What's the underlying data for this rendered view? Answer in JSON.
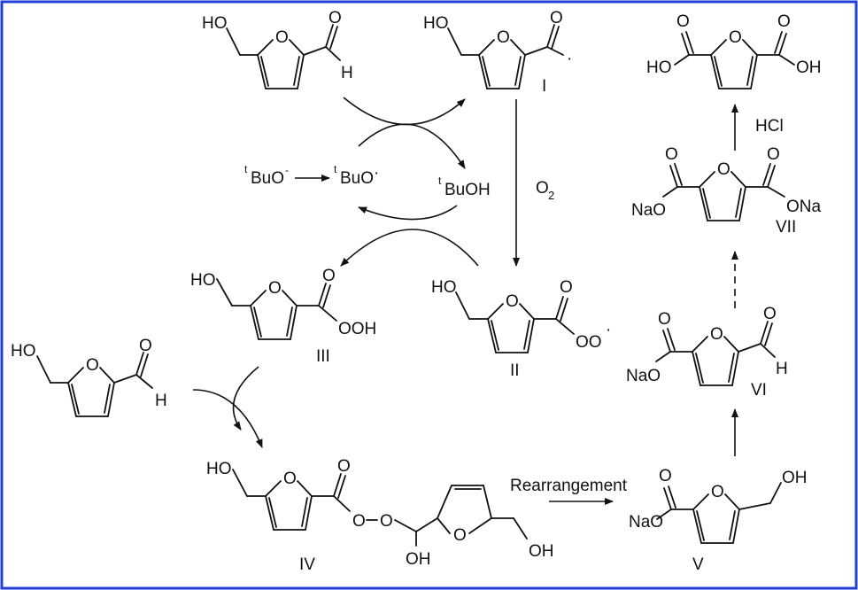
{
  "molecules": {
    "hmf_top": {
      "oh": "HO",
      "o_ring": "O",
      "o_ald": "O",
      "h": "H"
    },
    "radical_I": {
      "oh": "HO",
      "o_ring": "O",
      "o_ald": "O",
      "label": "I"
    },
    "fdca": {
      "oh_left": "HO",
      "o_ring": "O",
      "o_left": "O",
      "o_right": "O",
      "oh_right": "OH"
    },
    "peracid_III": {
      "oh": "HO",
      "o_ring": "O",
      "o_carb": "O",
      "ooh": "OOH",
      "label": "III"
    },
    "peroxyl_II": {
      "oh": "HO",
      "o_ring": "O",
      "o_carb": "O",
      "oo": "OO",
      "label": "II"
    },
    "hmf_left": {
      "oh": "HO",
      "o_ring": "O",
      "o_ald": "O",
      "h": "H"
    },
    "adduct_IV": {
      "oh": "HO",
      "o_ring": "O",
      "o_carb": "O",
      "o_link": "O",
      "o_link2": "O",
      "o_ring2": "O",
      "oh_bottom": "OH",
      "oh_right": "OH",
      "label": "IV"
    },
    "salt_V": {
      "ona": "NaO",
      "o_ring": "O",
      "o_carb": "O",
      "oh": "OH",
      "label": "V"
    },
    "salt_VI": {
      "ona": "NaO",
      "o_ring": "O",
      "o_carb": "O",
      "o_ald": "O",
      "h": "H",
      "label": "VI"
    },
    "salt_VII": {
      "ona_left": "NaO",
      "o_ring": "O",
      "o_left": "O",
      "o_right": "O",
      "ona_right": "ONa",
      "label": "VII"
    }
  },
  "reagents": {
    "tbuo_anion": {
      "sup": "t",
      "main": "BuO",
      "charge": "-"
    },
    "tbuo_radical": {
      "sup": "t",
      "main": "BuO",
      "dot": "·"
    },
    "tbuoh": {
      "sup": "t",
      "main": "BuOH"
    },
    "o2": {
      "main": "O",
      "sub": "2"
    },
    "hcl": "HCl",
    "rearrangement": "Rearrangement",
    "radical_dot": "·"
  },
  "colors": {
    "frame": "#1f3fd6",
    "ink": "#111111"
  }
}
